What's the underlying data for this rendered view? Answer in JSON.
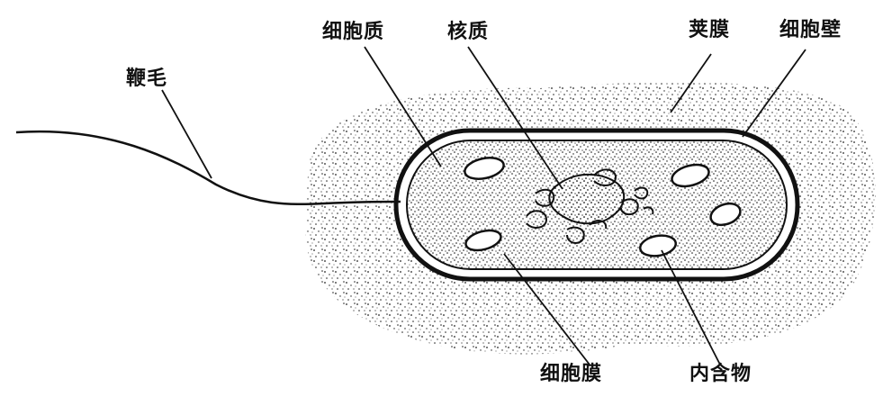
{
  "labels": {
    "flagellum": "鞭毛",
    "cytoplasm": "细胞质",
    "nucleoid": "核质",
    "capsule": "荚膜",
    "cell_wall": "细胞壁",
    "cell_membrane": "细胞膜",
    "inclusions": "内含物"
  }
}
